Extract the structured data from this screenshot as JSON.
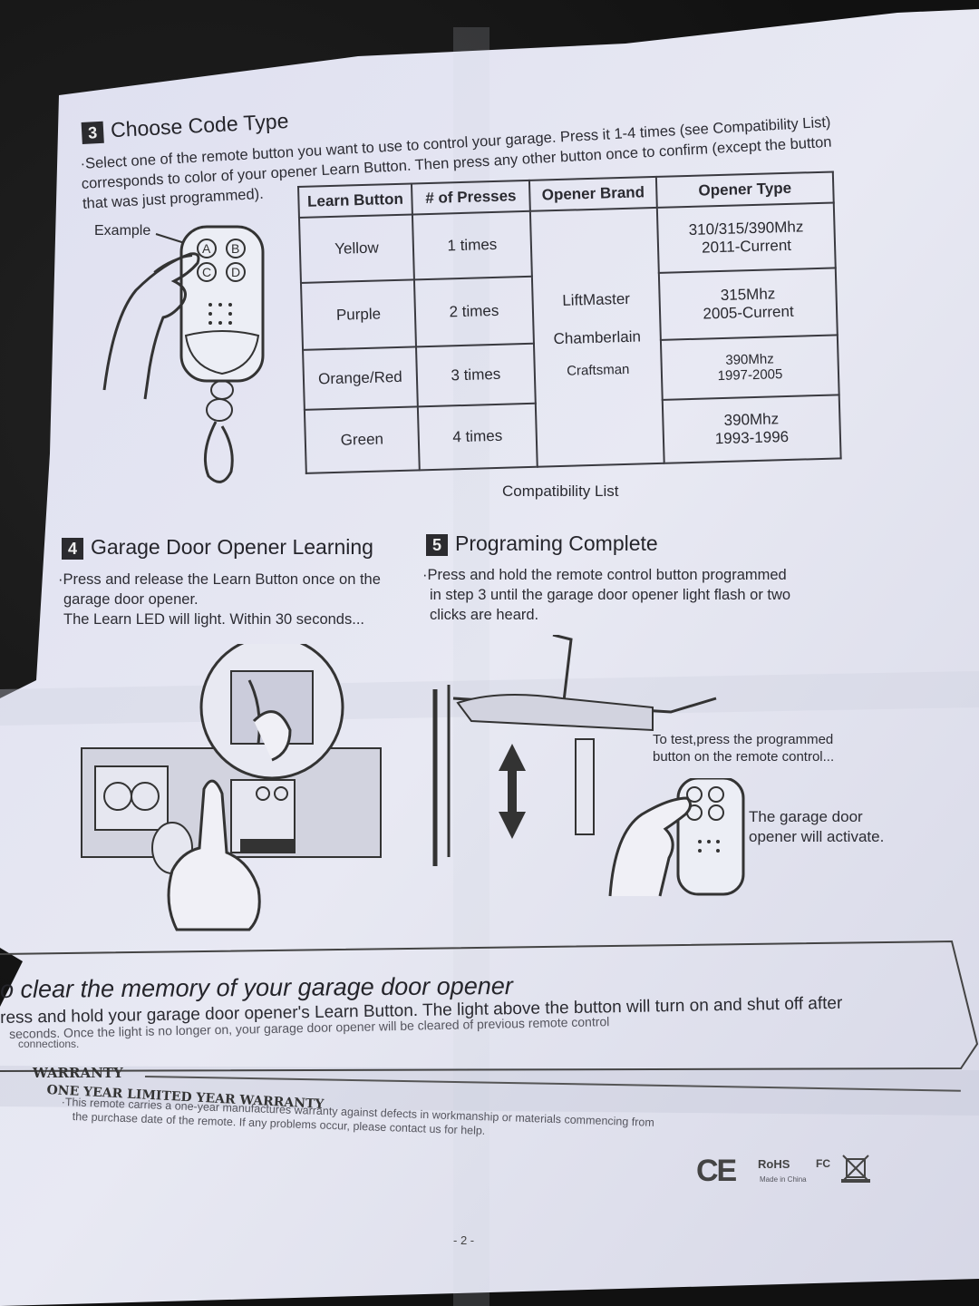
{
  "section3": {
    "number": "3",
    "title": "Choose Code Type",
    "text_line1": "·Select one of the remote button you want to use to control your garage. Press it 1-4 times (see Compatibility List)",
    "text_line2": "corresponds to color of your opener Learn Button. Then press any other button once to confirm (except the button",
    "text_line3": "that was just programmed).",
    "example_label": "Example",
    "remote_buttons": [
      "A",
      "B",
      "C",
      "D"
    ]
  },
  "table": {
    "headers": [
      "Learn Button",
      "# of Presses",
      "Opener Brand",
      "Opener Type"
    ],
    "rows": [
      {
        "learn": "Yellow",
        "presses": "1 times",
        "type1": "310/315/390Mhz",
        "type2": "2011-Current"
      },
      {
        "learn": "Purple",
        "presses": "2 times",
        "type1": "315Mhz",
        "type2": "2005-Current"
      },
      {
        "learn": "Orange/Red",
        "presses": "3 times",
        "type1": "390Mhz",
        "type2": "1997-2005"
      },
      {
        "learn": "Green",
        "presses": "4 times",
        "type1": "390Mhz",
        "type2": "1993-1996"
      }
    ],
    "brands": [
      "LiftMaster",
      "Chamberlain",
      "Craftsman"
    ],
    "caption": "Compatibility List"
  },
  "section4": {
    "number": "4",
    "title": "Garage Door Opener Learning",
    "line1": "·Press and release the Learn Button once on the",
    "line2": "garage door opener.",
    "line3": "The Learn LED will light. Within 30 seconds..."
  },
  "section5": {
    "number": "5",
    "title": "Programing Complete",
    "line1": "·Press and hold the remote control button programmed",
    "line2": "in step 3 until the garage door opener light flash or two",
    "line3": "clicks are heard.",
    "test_line1": "To test,press the programmed",
    "test_line2": "button on the remote control...",
    "activate_line1": "The garage door",
    "activate_line2": "opener will activate."
  },
  "clear": {
    "title": "o clear the memory of your garage door opener",
    "line1": "ress and hold your garage door opener's Learn Button. The light above the button will turn on and shut off after",
    "line2": "seconds. Once the light is no longer on, your garage door opener will be cleared of previous remote control",
    "line3": "connections."
  },
  "warranty": {
    "label": "WARRANTY",
    "title": "ONE YEAR LIMITED YEAR WARRANTY",
    "line1": "·This remote carries a one-year manufactures warranty against defects in workmanship or materials commencing from",
    "line2": "the purchase date of the remote. If any problems occur, please contact us for help."
  },
  "marks": {
    "ce": "CE",
    "rohs": "RoHS",
    "fc": "FC",
    "made_in": "Made in China"
  },
  "page_number": "- 2 -",
  "colors": {
    "paper": "#e4e5f1",
    "paper_shadow": "#c9cad8",
    "ink": "#2a2a30",
    "background": "#141414"
  }
}
